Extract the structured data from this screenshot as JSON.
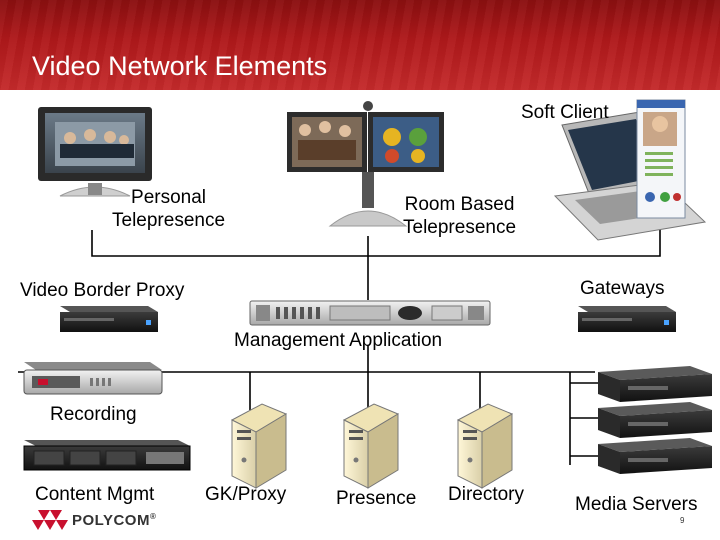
{
  "title": "Video Network Elements",
  "labels": {
    "soft_client": "Soft Client",
    "personal_telepresence": "Personal\nTelepresence",
    "room_telepresence": "Room Based\nTelepresence",
    "video_border_proxy": "Video Border Proxy",
    "gateways": "Gateways",
    "management_application": "Management Application",
    "recording": "Recording",
    "content_mgmt": "Content Mgmt",
    "gk_proxy": "GK/Proxy",
    "presence": "Presence",
    "directory": "Directory",
    "media_servers": "Media Servers"
  },
  "logo": {
    "text": "POLYCOM",
    "mark": "®"
  },
  "page_number": "9",
  "colors": {
    "header": "#b0191b",
    "logo_red": "#c8102e"
  }
}
